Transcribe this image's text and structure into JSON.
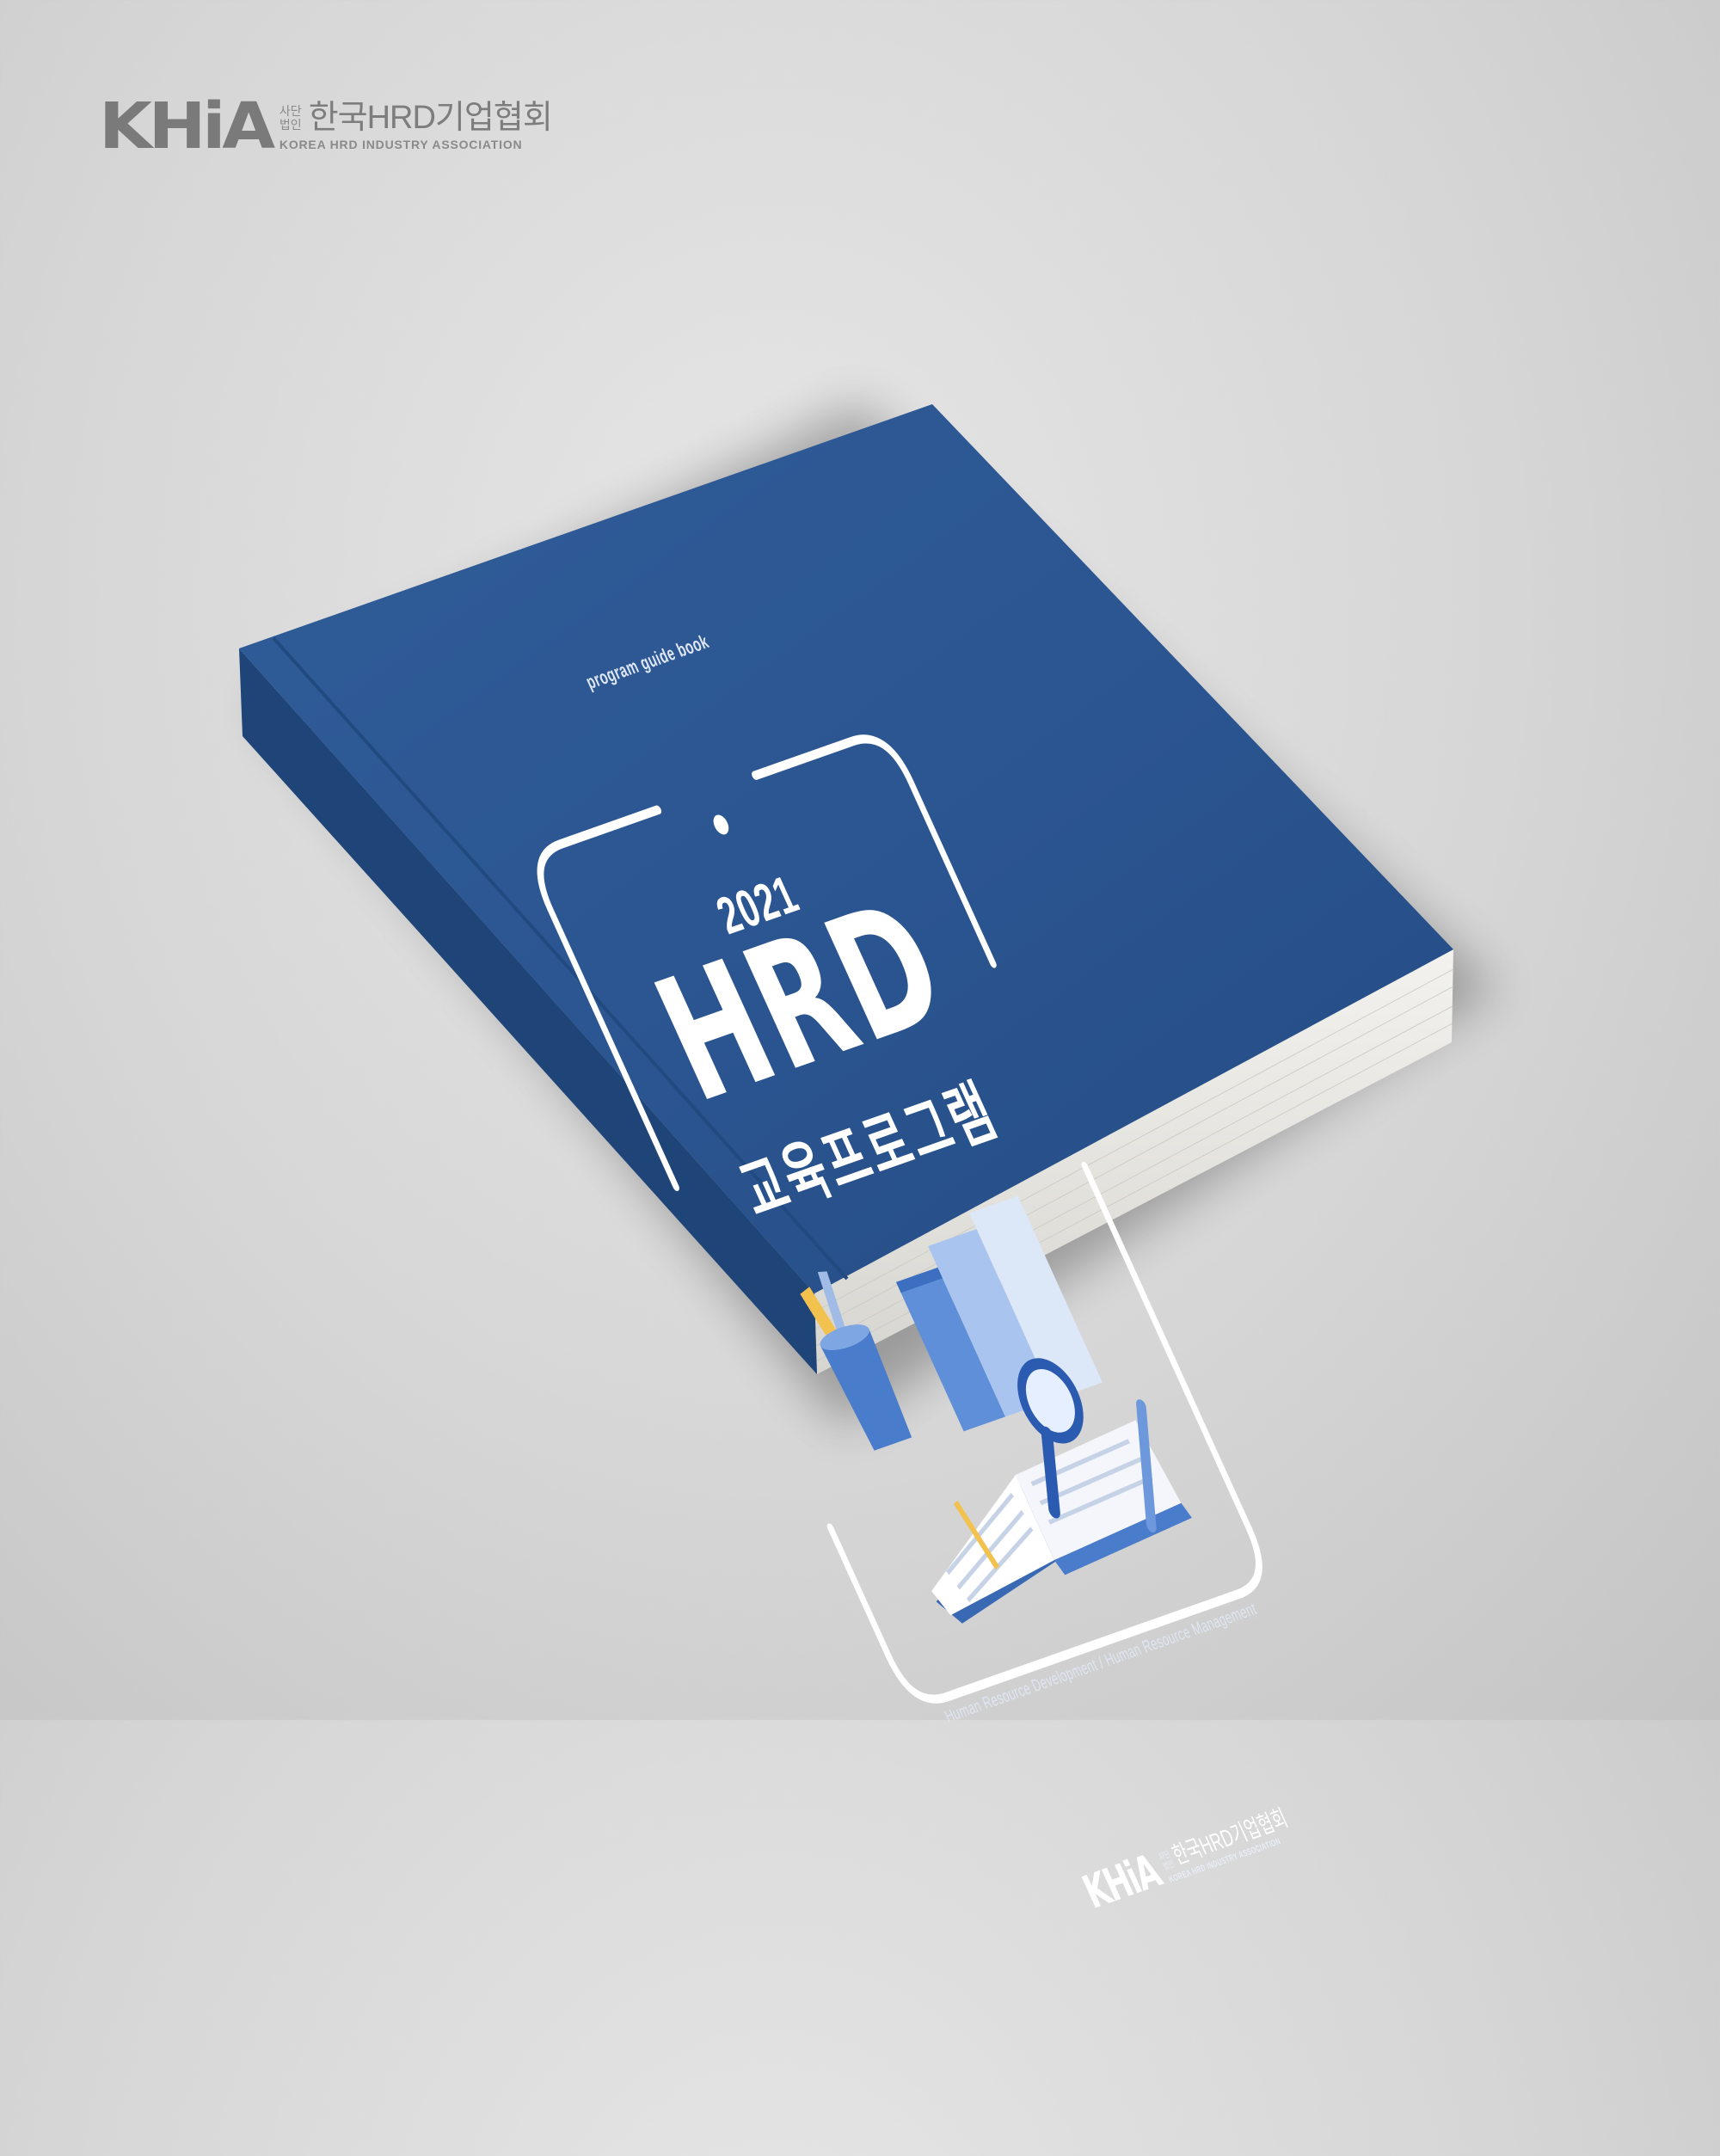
{
  "brand": {
    "wordmark": "KHiA",
    "legal_line1": "사단",
    "legal_line2": "법인",
    "name_kr": "한국HRD기업협회",
    "name_en": "KOREA HRD INDUSTRY ASSOCIATION"
  },
  "cover": {
    "tagline": "program guide book",
    "year": "2021",
    "title": "HRD",
    "subtitle": "교육프로그램",
    "subtitle_en": "Human Resource Development / Human Resource Management",
    "logo": {
      "wordmark": "KHiA",
      "legal_line1": "사단",
      "legal_line2": "법인",
      "name_kr": "한국HRD기업협회",
      "name_en": "KOREA HRD INDUSTRY ASSOCIATION"
    }
  },
  "colors": {
    "background": "#d9d9d9",
    "cover_blue": "#2b5590",
    "spine_blue": "#1f4478",
    "pages": "#ecebe6",
    "brand_gray": "#7a7a7a",
    "accent_yellow": "#f2c14e"
  }
}
